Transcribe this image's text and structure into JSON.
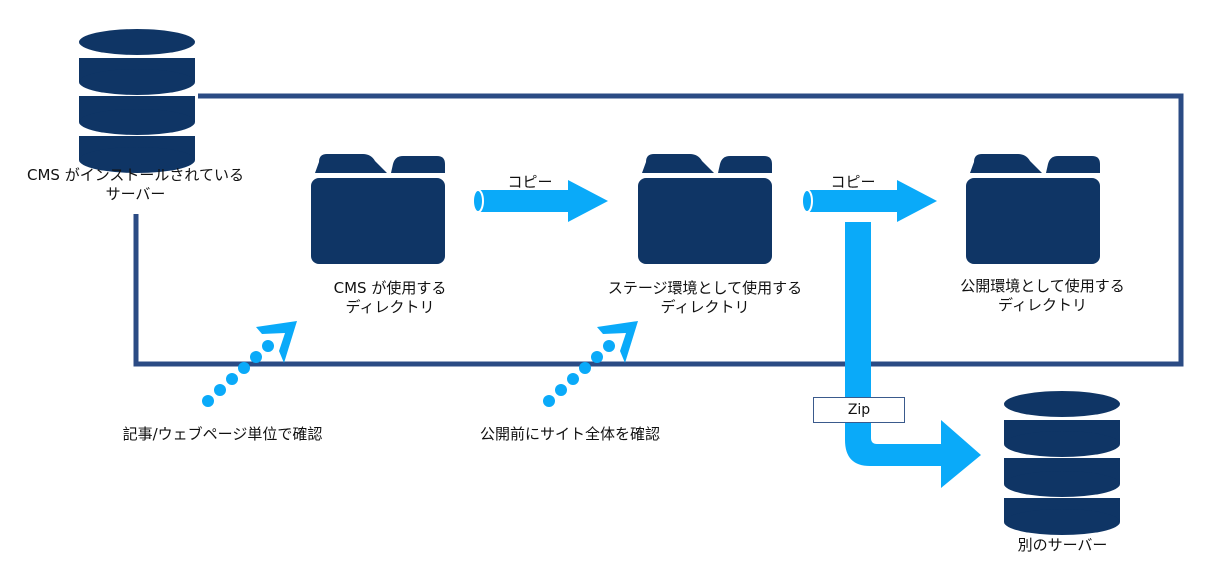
{
  "diagram": {
    "colors": {
      "navy": "#0f3565",
      "frame": "#2b4b84",
      "arrow": "#0aaaf9"
    },
    "servers": {
      "cms": {
        "icon": "database-icon",
        "line1": "CMS がインストールされている",
        "line2": "サーバー"
      },
      "other": {
        "icon": "database-icon",
        "label": "別のサーバー"
      }
    },
    "directories": {
      "cms": {
        "icon": "folder-icon",
        "line1": "CMS が使用する",
        "line2": "ディレクトリ"
      },
      "stage": {
        "icon": "folder-icon",
        "line1": "ステージ環境として使用する",
        "line2": "ディレクトリ"
      },
      "public": {
        "icon": "folder-icon",
        "line1": "公開環境として使用する",
        "line2": "ディレクトリ"
      }
    },
    "arrows": {
      "copy1": "コピー",
      "copy2": "コピー",
      "zip": "Zip"
    },
    "checks": {
      "article": "記事/ウェブページ単位で確認",
      "site": "公開前にサイト全体を確認"
    }
  }
}
